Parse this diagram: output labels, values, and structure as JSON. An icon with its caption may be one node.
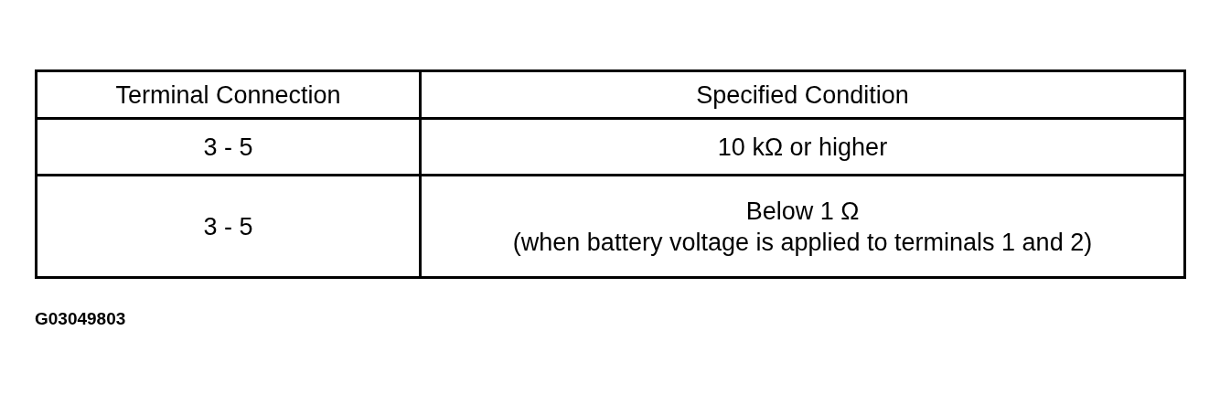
{
  "diagram": {
    "labels": [
      "Terminal Connection",
      "Specified Condition",
      "3 - 5",
      "10 kΩ or higher",
      "3 - 5",
      "Below 1 Ω",
      "(when battery voltage is applied to terminals 1 and 2)",
      "G03049803"
    ]
  }
}
